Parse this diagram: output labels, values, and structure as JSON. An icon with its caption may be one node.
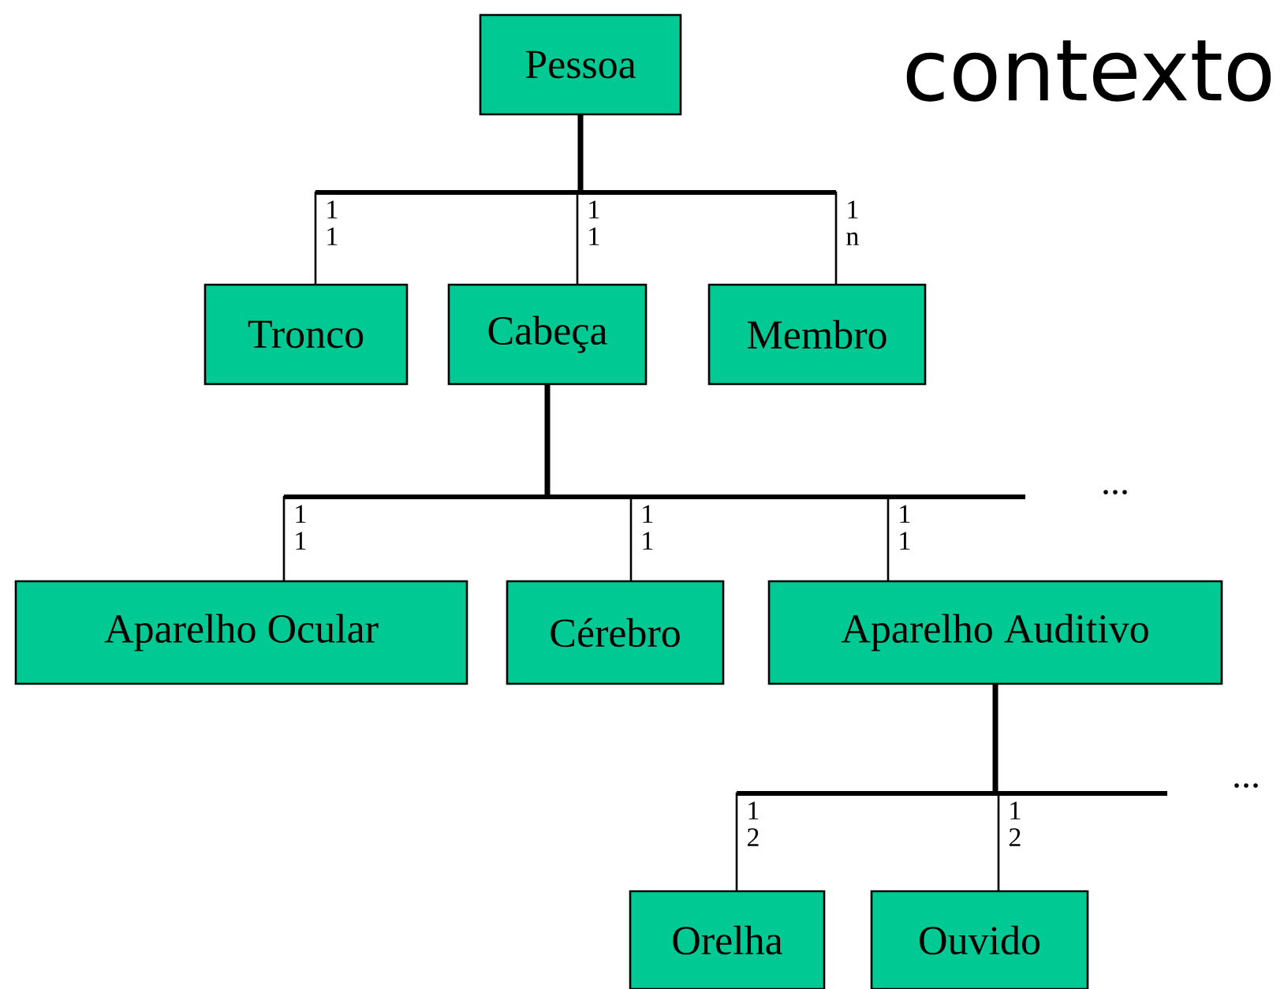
{
  "diagram": {
    "title": "contexto",
    "nodes": [
      {
        "text": [
          "Pessoa"
        ]
      },
      {
        "text": [
          "Tronco"
        ]
      },
      {
        "text": [
          "Cabeça"
        ]
      },
      {
        "text": [
          "Membro"
        ]
      },
      {
        "text": [
          "Aparelho Ocular"
        ]
      },
      {
        "text": [
          "Cérebro"
        ]
      },
      {
        "text": [
          "Aparelho Auditivo"
        ]
      },
      {
        "text": [
          "Orelha"
        ]
      },
      {
        "text": [
          "Ouvido"
        ]
      }
    ],
    "edges": [
      {
        "from": 0,
        "to": 1,
        "arrow": "none",
        "label": "1 1"
      },
      {
        "from": 0,
        "to": 2,
        "arrow": "none",
        "label": "1 1"
      },
      {
        "from": 0,
        "to": 3,
        "arrow": "none",
        "label": "1 n"
      },
      {
        "from": 2,
        "to": 4,
        "arrow": "none",
        "label": "1 1"
      },
      {
        "from": 2,
        "to": 5,
        "arrow": "none",
        "label": "1 1"
      },
      {
        "from": 2,
        "to": 6,
        "arrow": "none",
        "label": "1 1"
      },
      {
        "from": 6,
        "to": 7,
        "arrow": "none",
        "label": "1 2"
      },
      {
        "from": 6,
        "to": 8,
        "arrow": "none",
        "label": "1 2"
      }
    ],
    "labels": [
      "...",
      "..."
    ]
  }
}
